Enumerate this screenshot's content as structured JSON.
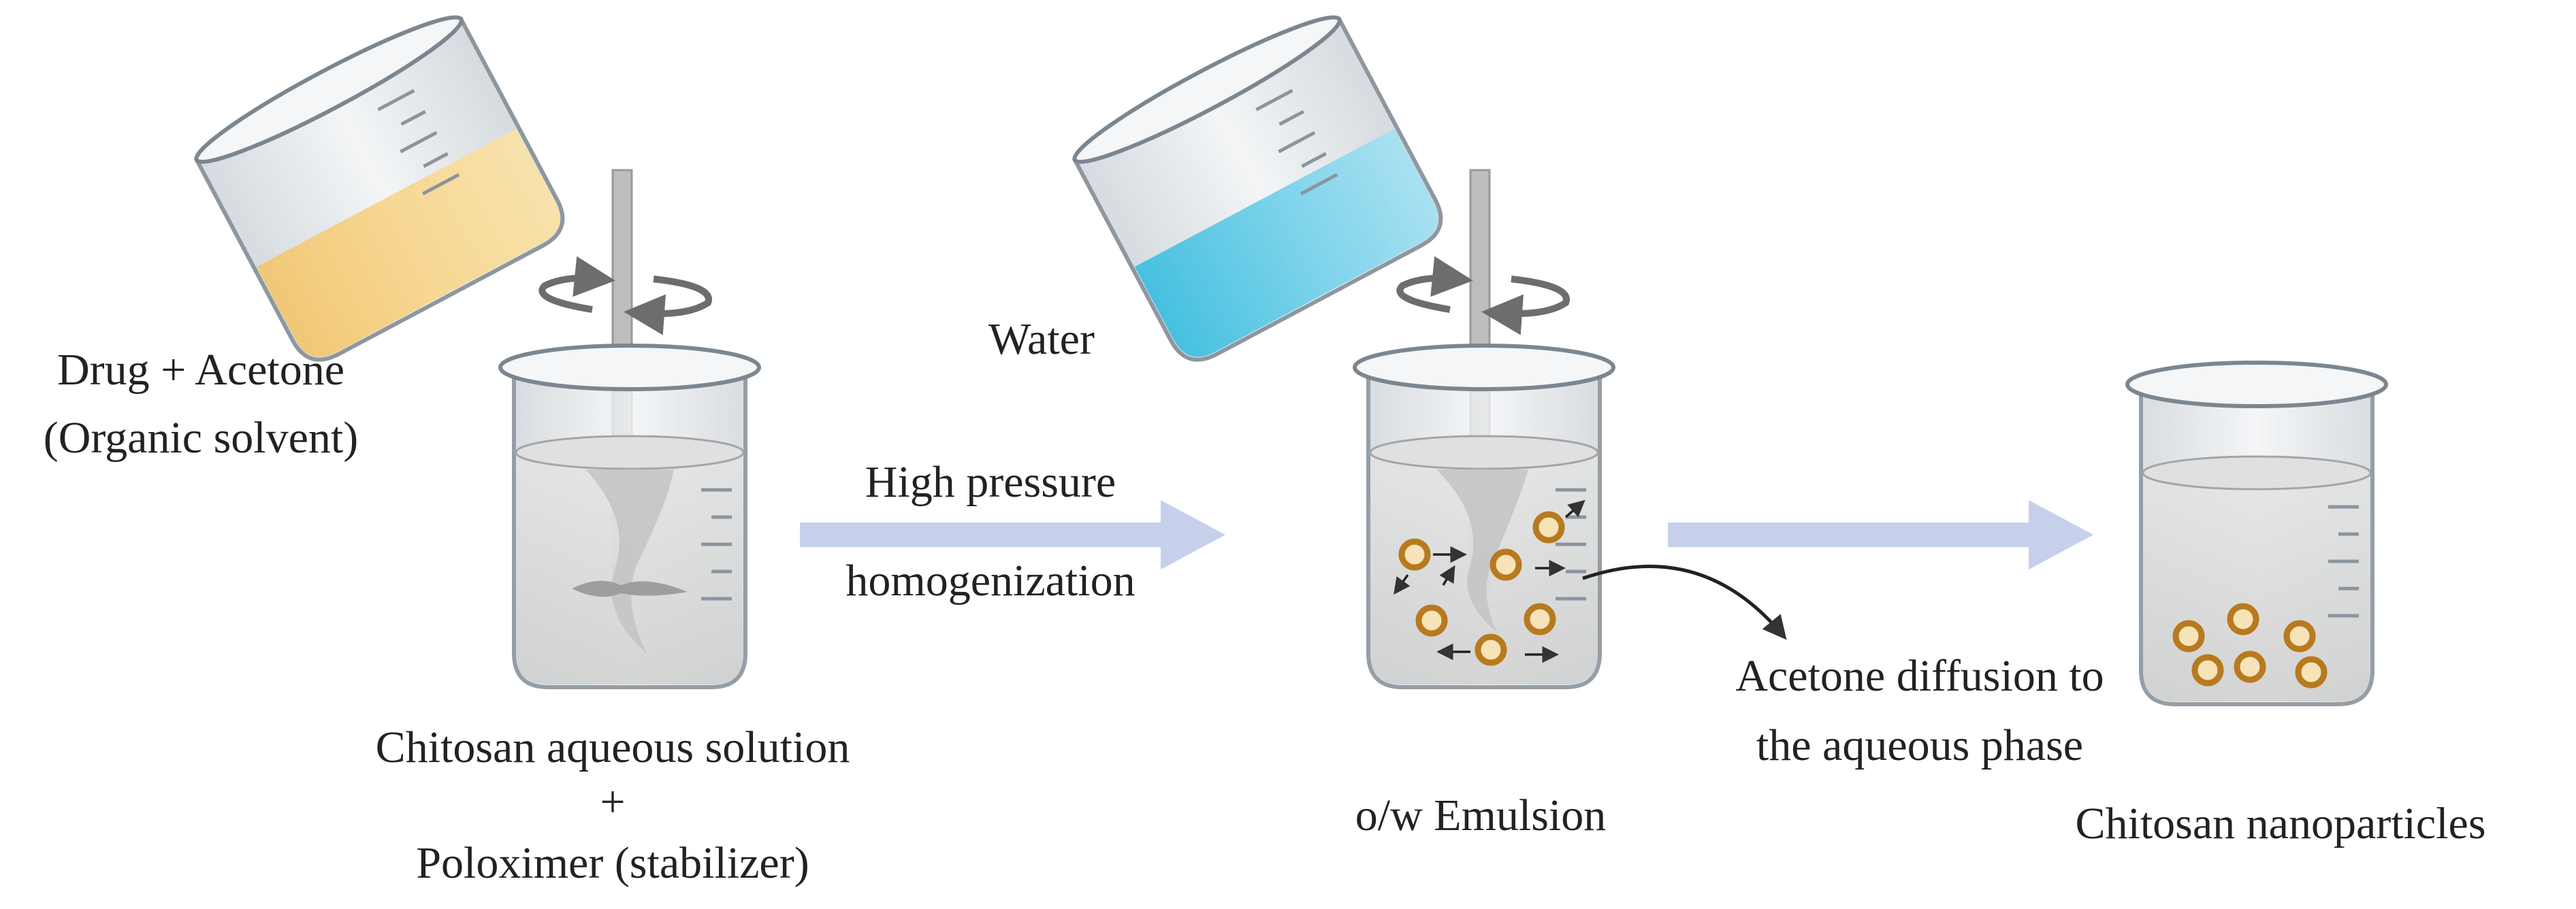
{
  "labels": {
    "drug_acetone": "Drug + Acetone",
    "organic_solvent": "(Organic solvent)",
    "chitosan_solution": "Chitosan aqueous solution",
    "plus": "+",
    "poloximer": "Poloximer (stabilizer)",
    "high_pressure": "High pressure",
    "homogenization": "homogenization",
    "water": "Water",
    "ow_emulsion": "o/w Emulsion",
    "acetone_diffusion_1": "Acetone diffusion to",
    "acetone_diffusion_2": "the aqueous phase",
    "chitosan_nanoparticles": "Chitosan nanoparticles"
  },
  "colors": {
    "organic_solvent": "#f7d27a",
    "water": "#5fc9e4",
    "process_arrow": "#c7d0ea",
    "particle": "#b87a1e",
    "particle_fill": "#f6e3b8",
    "glass": "#e9edf0",
    "liquid": "#dcdcdc"
  }
}
